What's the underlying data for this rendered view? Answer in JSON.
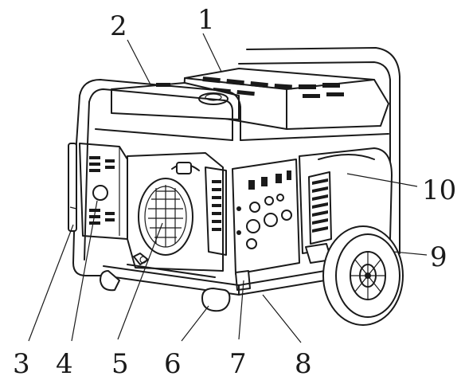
{
  "labels": [
    {
      "id": "callout-1",
      "text": "1"
    },
    {
      "id": "callout-2",
      "text": "2"
    },
    {
      "id": "callout-3",
      "text": "3"
    },
    {
      "id": "callout-4",
      "text": "4"
    },
    {
      "id": "callout-5",
      "text": "5"
    },
    {
      "id": "callout-6",
      "text": "6"
    },
    {
      "id": "callout-7",
      "text": "7"
    },
    {
      "id": "callout-8",
      "text": "8"
    },
    {
      "id": "callout-9",
      "text": "9"
    },
    {
      "id": "callout-10",
      "text": "10"
    }
  ],
  "colors": {
    "ink": "#1a1a1a",
    "background": "#ffffff"
  }
}
